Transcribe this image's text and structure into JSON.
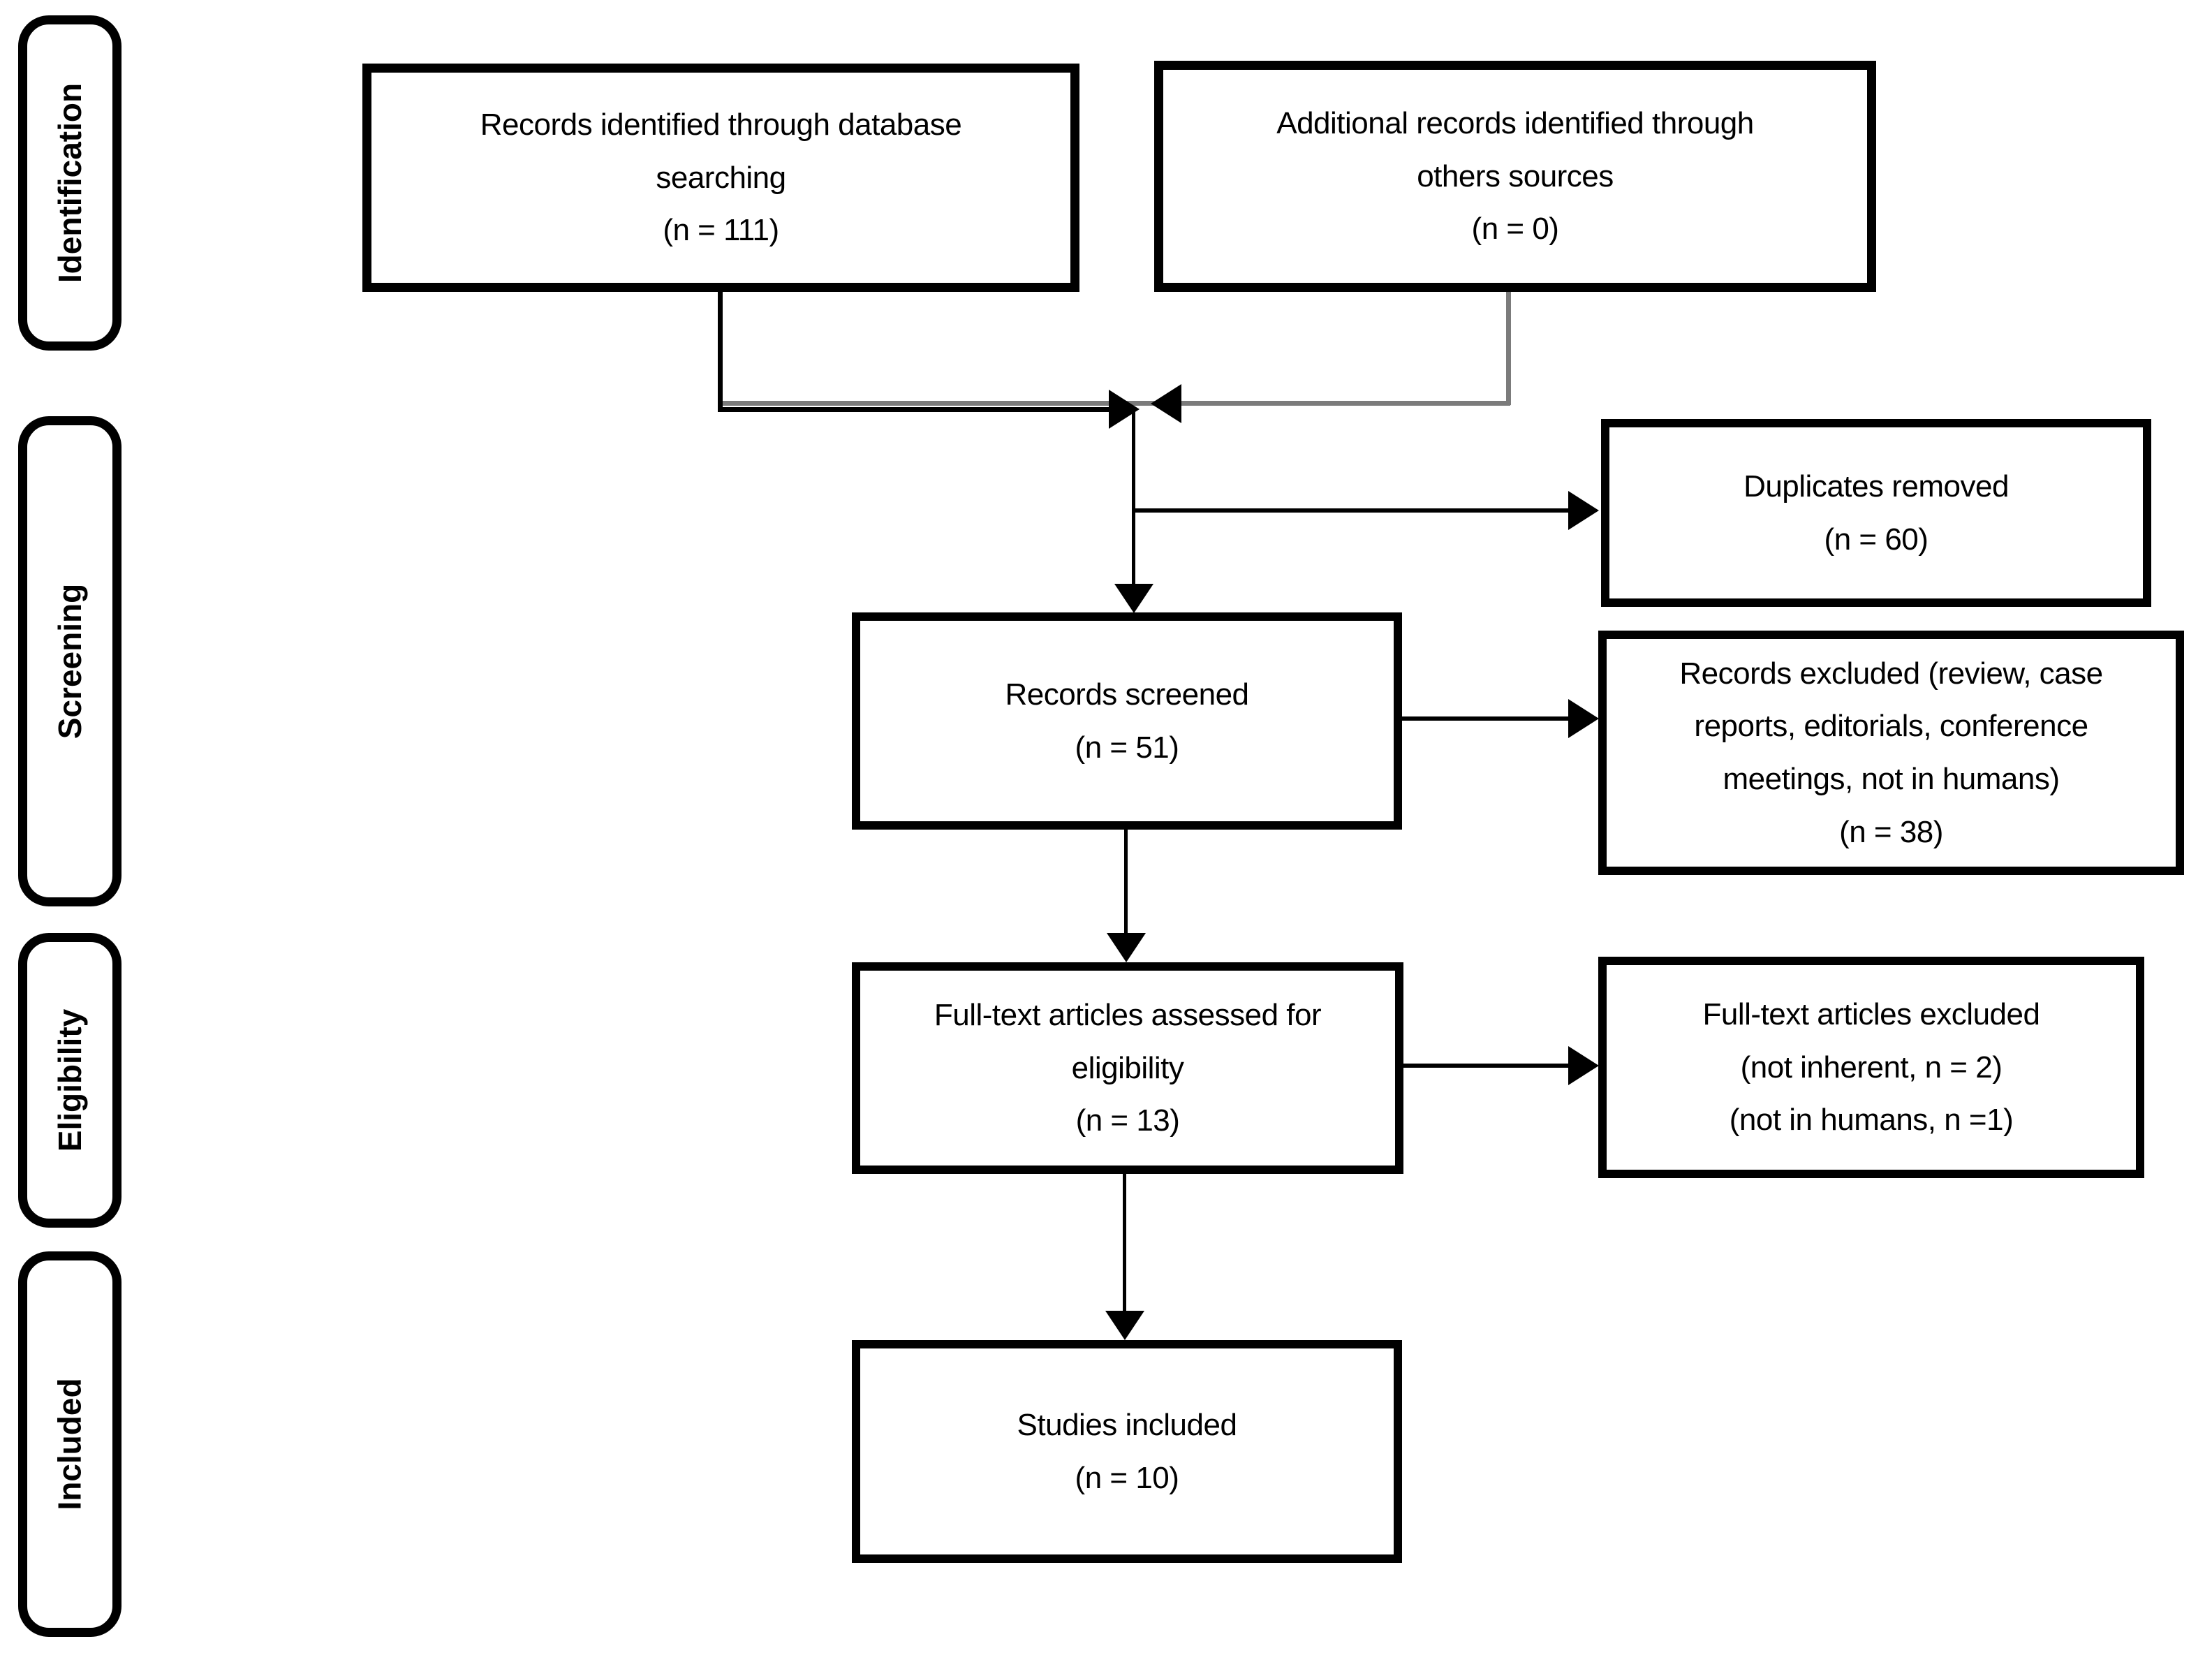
{
  "diagram": {
    "type": "PRISMA flow diagram",
    "stages": [
      {
        "label": "Identification"
      },
      {
        "label": "Screening"
      },
      {
        "label": "Eligibility"
      },
      {
        "label": "Included"
      }
    ],
    "boxes": {
      "identified": {
        "text": "Records identified through database\nsearching\n(n = 111)",
        "n": 111
      },
      "additional": {
        "text": "Additional records identified through\nothers sources\n(n = 0)",
        "n": 0
      },
      "duplicates_removed": {
        "text": "Duplicates removed\n(n = 60)",
        "n": 60
      },
      "records_screened": {
        "text": "Records screened\n(n = 51)",
        "n": 51
      },
      "records_excluded": {
        "text": "Records excluded (review, case\nreports, editorials, conference\nmeetings, not in humans)\n(n = 38)",
        "n": 38
      },
      "fulltext_assessed": {
        "text": "Full-text articles assessed for\neligibility\n(n = 13)",
        "n": 13
      },
      "fulltext_excluded": {
        "text": "Full-text articles excluded\n(not inherent, n = 2)\n(not in humans, n =1)",
        "n_not_inherent": 2,
        "n_not_in_humans": 1
      },
      "studies_included": {
        "text": "Studies included\n(n = 10)",
        "n": 10
      }
    },
    "colors": {
      "border": "#000000",
      "text": "#000000",
      "connector_black": "#000000",
      "connector_gray": "#7b7b7b",
      "background": "#ffffff"
    }
  }
}
